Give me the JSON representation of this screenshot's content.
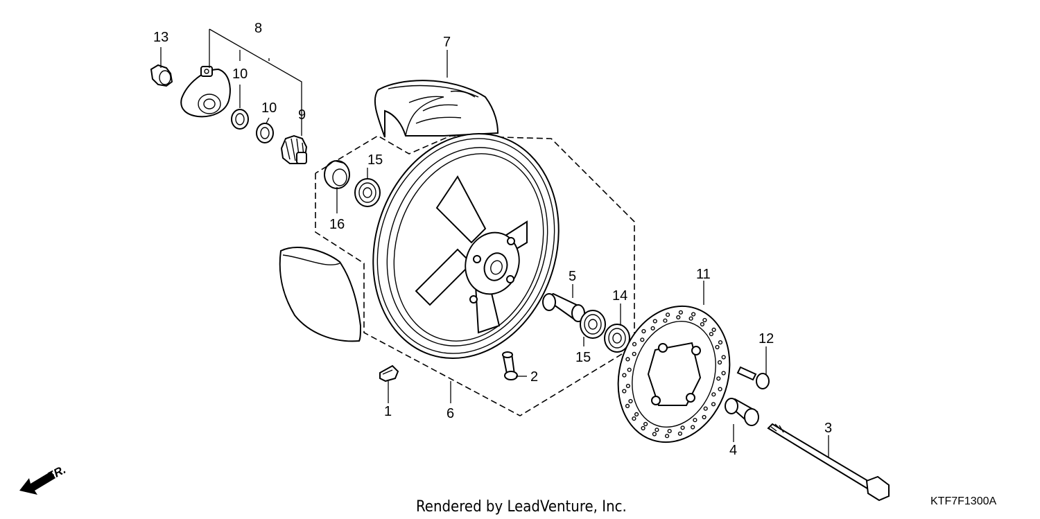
{
  "diagram": {
    "type": "exploded-parts-diagram",
    "callouts": [
      {
        "id": "c1",
        "label": "1"
      },
      {
        "id": "c2",
        "label": "2"
      },
      {
        "id": "c3",
        "label": "3"
      },
      {
        "id": "c4",
        "label": "4"
      },
      {
        "id": "c5",
        "label": "5"
      },
      {
        "id": "c6",
        "label": "6"
      },
      {
        "id": "c7",
        "label": "7"
      },
      {
        "id": "c8",
        "label": "8"
      },
      {
        "id": "c9",
        "label": "9"
      },
      {
        "id": "c10a",
        "label": "10"
      },
      {
        "id": "c10b",
        "label": "10"
      },
      {
        "id": "c11",
        "label": "11"
      },
      {
        "id": "c12",
        "label": "12"
      },
      {
        "id": "c13",
        "label": "13"
      },
      {
        "id": "c14",
        "label": "14"
      },
      {
        "id": "c15a",
        "label": "15"
      },
      {
        "id": "c15b",
        "label": "15"
      },
      {
        "id": "c16",
        "label": "16"
      }
    ],
    "direction_label": "FR.",
    "credit": "Rendered by LeadVenture, Inc.",
    "diagram_code": "KTF7F1300A"
  }
}
